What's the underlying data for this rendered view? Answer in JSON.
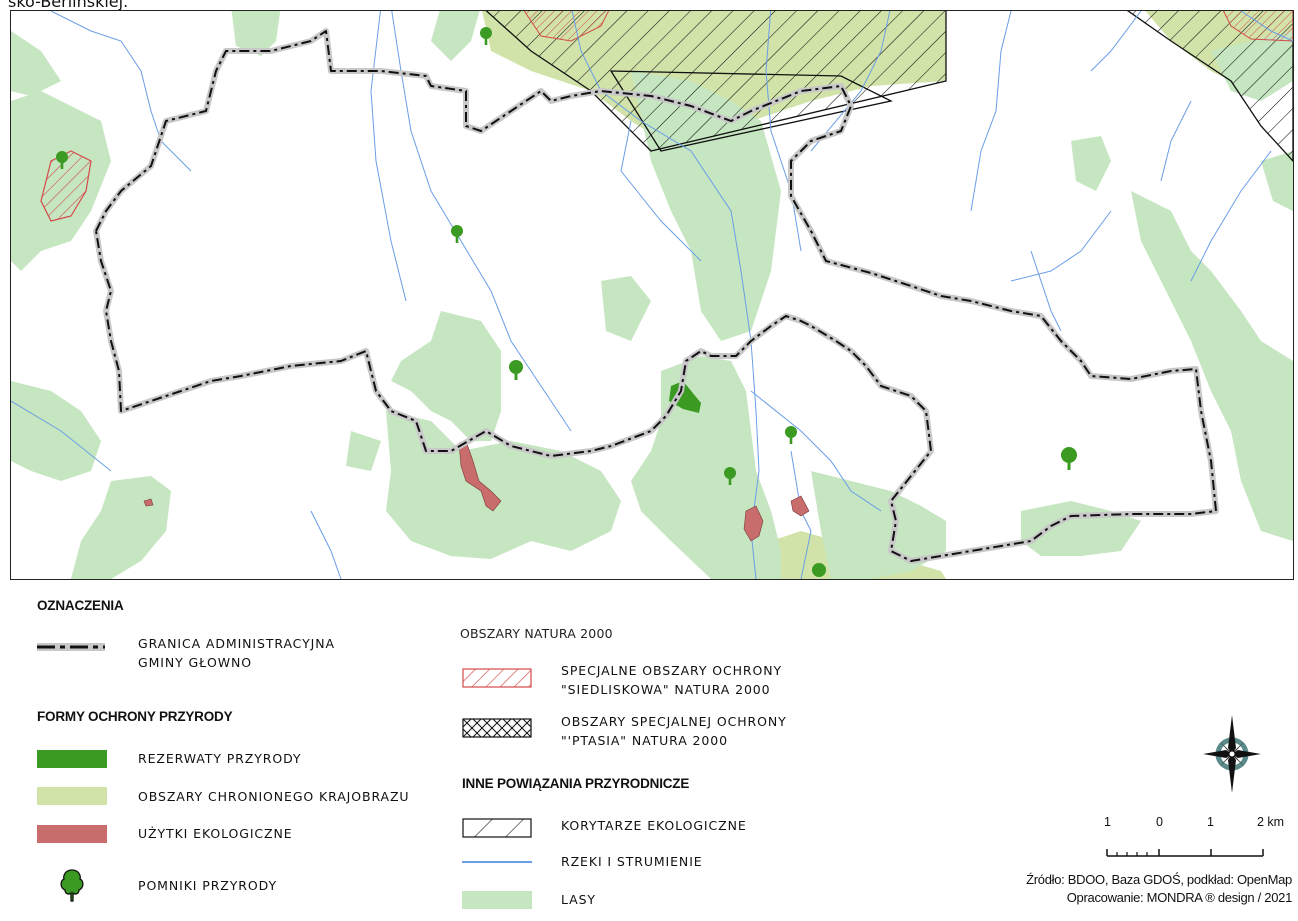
{
  "caption": "sko-Berlińskiej.",
  "map": {
    "colors": {
      "forest": "#c5e6c0",
      "protected_landscape": "#d1e3a8",
      "reserve": "#3a9a22",
      "ecological_site": "#c86c6c",
      "river": "#6a9ee6",
      "boundary": "#111111",
      "boundary_halo": "#c8c8c8"
    }
  },
  "legend": {
    "heading": "OZNACZENIA",
    "boundary_line1": "GRANICA ADMINISTRACYJNA",
    "boundary_line2": "GMINY GŁOWNO",
    "forms_heading": "FORMY OCHRONY PRZYRODY",
    "reserves": "REZERWATY PRZYRODY",
    "landscape": "OBSZARY CHRONIONEGO KRAJOBRAZU",
    "ecological": "UŻYTKI EKOLOGICZNE",
    "monuments": "POMNIKI PRZYRODY",
    "natura_heading": "OBSZARY NATURA 2000",
    "habitat_line1": "SPECJALNE OBSZARY OCHRONY",
    "habitat_line2": "\"SIEDLISKOWA\" NATURA 2000",
    "bird_line1": "OBSZARY SPECJALNEJ OCHRONY",
    "bird_line2": "\"'PTASIA\" NATURA 2000",
    "other_heading": "INNE POWIĄZANIA PRZYRODNICZE",
    "corridors": "KORYTARZE EKOLOGICZNE",
    "rivers": "RZEKI I STRUMIENIE",
    "forests": "LASY",
    "compass_icon": "compass-rose-icon",
    "tree_icon": "tree-icon"
  },
  "scale": {
    "ticks": [
      "1",
      "0",
      "1",
      "2 km"
    ]
  },
  "credits": {
    "source": "Źródło: BDOO, Baza GDOŚ, podkład: OpenMap",
    "author": "Opracowanie: MONDRA ® design / 2021"
  }
}
